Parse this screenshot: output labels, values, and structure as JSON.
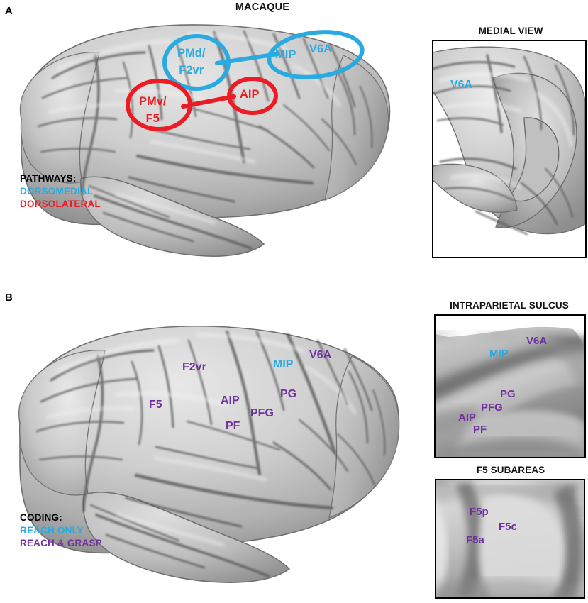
{
  "figure": {
    "panels": [
      {
        "letter": "A",
        "title": "MACAQUE"
      },
      {
        "letter": "B",
        "title": ""
      }
    ]
  },
  "colors": {
    "dorsomedial_blue": "#29ABE2",
    "dorsolateral_red": "#ED1C24",
    "reach_grasp_purple": "#7030A0",
    "text_black": "#000000",
    "brain_gray_light": "#d8d8d8",
    "brain_gray_mid": "#a8a8a8",
    "brain_gray_dark": "#5c5c5c",
    "frame_black": "#000000",
    "background": "#ffffff"
  },
  "panel_a": {
    "letter": "A",
    "title": "MACAQUE",
    "legend": {
      "heading": "PATHWAYS:",
      "items": [
        {
          "label": "DORSOMEDIAL",
          "color": "#29ABE2"
        },
        {
          "label": "DORSOLATERAL",
          "color": "#ED1C24"
        }
      ]
    },
    "circled_regions": [
      {
        "name": "PMd/F2vr",
        "line1": "PMd/",
        "line2": "F2vr",
        "pathway": "DORSOMEDIAL",
        "color": "#29ABE2",
        "shape": "ellipse"
      },
      {
        "name": "MIP",
        "line1": "MIP",
        "line2": "",
        "pathway": "DORSOMEDIAL",
        "color": "#29ABE2",
        "shape": "ellipse-shared"
      },
      {
        "name": "V6A",
        "line1": "V6A",
        "line2": "",
        "pathway": "DORSOMEDIAL",
        "color": "#29ABE2",
        "shape": "ellipse-shared"
      },
      {
        "name": "PMv/F5",
        "line1": "PMv/",
        "line2": "F5",
        "pathway": "DORSOLATERAL",
        "color": "#ED1C24",
        "shape": "ellipse"
      },
      {
        "name": "AIP",
        "line1": "AIP",
        "line2": "",
        "pathway": "DORSOLATERAL",
        "color": "#ED1C24",
        "shape": "ellipse"
      }
    ],
    "connections": [
      {
        "from": "PMd/F2vr",
        "to": "MIP/V6A",
        "color": "#29ABE2"
      },
      {
        "from": "PMv/F5",
        "to": "AIP",
        "color": "#ED1C24"
      }
    ],
    "inset": {
      "title": "MEDIAL VIEW",
      "labels": [
        {
          "text": "V6A",
          "color": "#29ABE2"
        }
      ]
    }
  },
  "panel_b": {
    "letter": "B",
    "legend": {
      "heading": "CODING:",
      "items": [
        {
          "label": "REACH ONLY",
          "color": "#29ABE2"
        },
        {
          "label": "REACH & GRASP",
          "color": "#7030A0"
        }
      ]
    },
    "lateral_labels": [
      {
        "text": "F5",
        "color": "#7030A0",
        "coding": "REACH & GRASP"
      },
      {
        "text": "F2vr",
        "color": "#7030A0",
        "coding": "REACH & GRASP"
      },
      {
        "text": "AIP",
        "color": "#7030A0",
        "coding": "REACH & GRASP"
      },
      {
        "text": "PF",
        "color": "#7030A0",
        "coding": "REACH & GRASP"
      },
      {
        "text": "PFG",
        "color": "#7030A0",
        "coding": "REACH & GRASP"
      },
      {
        "text": "PG",
        "color": "#7030A0",
        "coding": "REACH & GRASP"
      },
      {
        "text": "MIP",
        "color": "#29ABE2",
        "coding": "REACH ONLY"
      },
      {
        "text": "V6A",
        "color": "#7030A0",
        "coding": "REACH & GRASP"
      }
    ],
    "inset_ips": {
      "title": "INTRAPARIETAL SULCUS",
      "labels": [
        {
          "text": "V6A",
          "color": "#7030A0"
        },
        {
          "text": "MIP",
          "color": "#29ABE2"
        },
        {
          "text": "PG",
          "color": "#7030A0"
        },
        {
          "text": "PFG",
          "color": "#7030A0"
        },
        {
          "text": "AIP",
          "color": "#7030A0"
        },
        {
          "text": "PF",
          "color": "#7030A0"
        }
      ]
    },
    "inset_f5": {
      "title": "F5 SUBAREAS",
      "labels": [
        {
          "text": "F5p",
          "color": "#7030A0"
        },
        {
          "text": "F5c",
          "color": "#7030A0"
        },
        {
          "text": "F5a",
          "color": "#7030A0"
        }
      ]
    }
  }
}
